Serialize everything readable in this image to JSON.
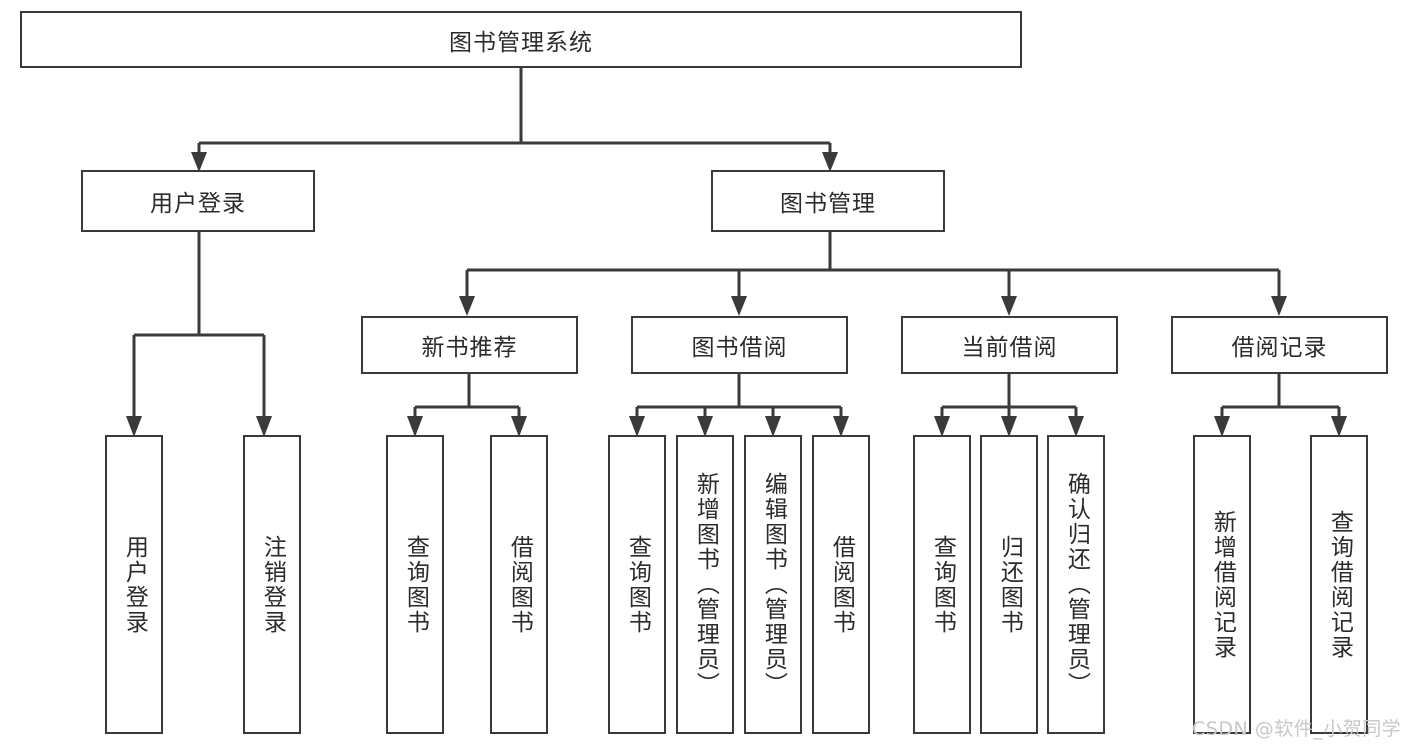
{
  "diagram": {
    "type": "tree-hierarchy",
    "title": "图书管理系统",
    "root": {
      "label": "图书管理系统"
    },
    "level2": [
      {
        "id": "user-login",
        "label": "用户登录"
      },
      {
        "id": "book-manage",
        "label": "图书管理"
      }
    ],
    "level3": [
      {
        "id": "new-book-rec",
        "label": "新书推荐",
        "parent": "book-manage"
      },
      {
        "id": "book-borrow",
        "label": "图书借阅",
        "parent": "book-manage"
      },
      {
        "id": "current-borrow",
        "label": "当前借阅",
        "parent": "book-manage"
      },
      {
        "id": "borrow-record",
        "label": "借阅记录",
        "parent": "book-manage"
      }
    ],
    "leaves": [
      {
        "id": "leaf-user-login",
        "label": "用户登录",
        "parent": "user-login"
      },
      {
        "id": "leaf-user-logout",
        "label": "注销登录",
        "parent": "user-login"
      },
      {
        "id": "leaf-query-book-1",
        "label": "查询图书",
        "parent": "new-book-rec"
      },
      {
        "id": "leaf-borrow-book-1",
        "label": "借阅图书",
        "parent": "new-book-rec"
      },
      {
        "id": "leaf-query-book-2",
        "label": "查询图书",
        "parent": "book-borrow"
      },
      {
        "id": "leaf-add-book",
        "label": "新增图书（管理员）",
        "parent": "book-borrow"
      },
      {
        "id": "leaf-edit-book",
        "label": "编辑图书（管理员）",
        "parent": "book-borrow"
      },
      {
        "id": "leaf-borrow-book-2",
        "label": "借阅图书",
        "parent": "book-borrow"
      },
      {
        "id": "leaf-query-book-3",
        "label": "查询图书",
        "parent": "current-borrow"
      },
      {
        "id": "leaf-return-book",
        "label": "归还图书",
        "parent": "current-borrow"
      },
      {
        "id": "leaf-confirm-return",
        "label": "确认归还（管理员）",
        "parent": "current-borrow"
      },
      {
        "id": "leaf-add-record",
        "label": "新增借阅记录",
        "parent": "borrow-record"
      },
      {
        "id": "leaf-query-record",
        "label": "查询借阅记录",
        "parent": "borrow-record"
      }
    ],
    "colors": {
      "stroke": "#3a3a3a",
      "fill": "#ffffff",
      "text": "#2b2b2b",
      "watermark": "#c8c8c8"
    }
  },
  "watermark": {
    "text": "CSDN @软件_小贺同学"
  }
}
